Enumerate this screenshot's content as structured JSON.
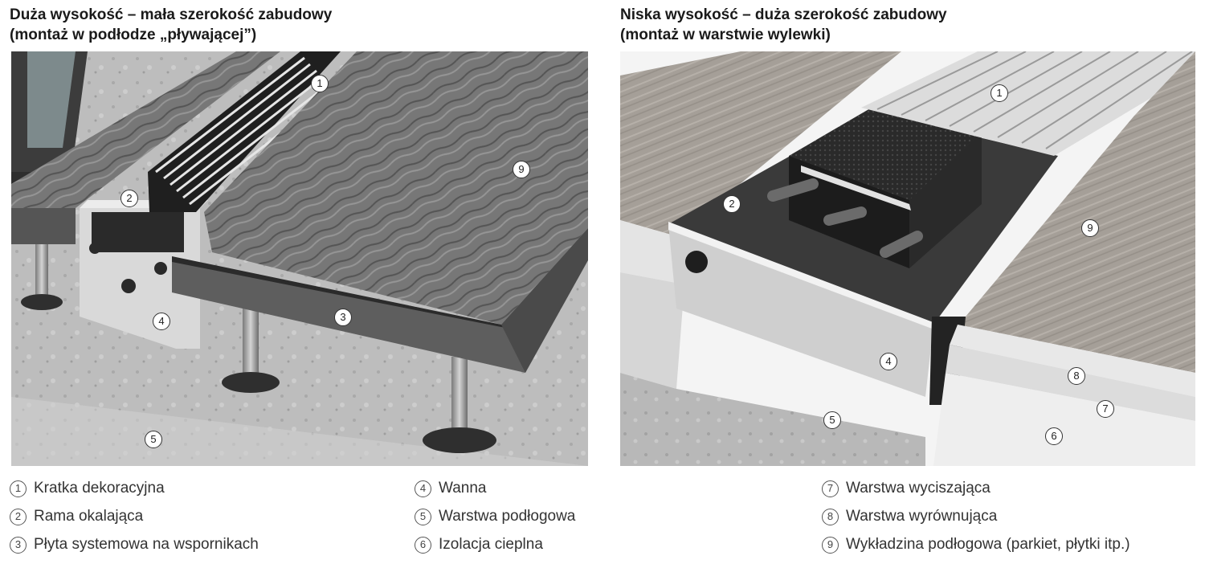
{
  "left": {
    "title_line1": "Duża wysokość  – mała szerokość zabudowy",
    "title_line2": "(montaż w podłodze „pływającej”)",
    "markers": [
      "1",
      "2",
      "3",
      "4",
      "5",
      "9"
    ]
  },
  "right": {
    "title_line1": "Niska wysokość – duża szerokość zabudowy",
    "title_line2": "(montaż w warstwie wylewki)",
    "markers": [
      "1",
      "2",
      "4",
      "5",
      "6",
      "7",
      "8",
      "9"
    ]
  },
  "legend": [
    {
      "num": "1",
      "text": "Kratka dekoracyjna"
    },
    {
      "num": "2",
      "text": "Rama okalająca"
    },
    {
      "num": "3",
      "text": "Płyta systemowa na wspornikach"
    },
    {
      "num": "4",
      "text": "Wanna"
    },
    {
      "num": "5",
      "text": "Warstwa podłogowa"
    },
    {
      "num": "6",
      "text": "Izolacja cieplna"
    },
    {
      "num": "7",
      "text": "Warstwa wyciszająca"
    },
    {
      "num": "8",
      "text": "Warstwa wyrównująca"
    },
    {
      "num": "9",
      "text": "Wykładzina podłogowa (parkiet, płytki itp.)"
    }
  ],
  "colors": {
    "wood_dark": "#6a6a6a",
    "wood_light": "#a09a93",
    "concrete": "#bdbdbd",
    "metal": "#d8d8d8",
    "insulation": "#ececec"
  }
}
